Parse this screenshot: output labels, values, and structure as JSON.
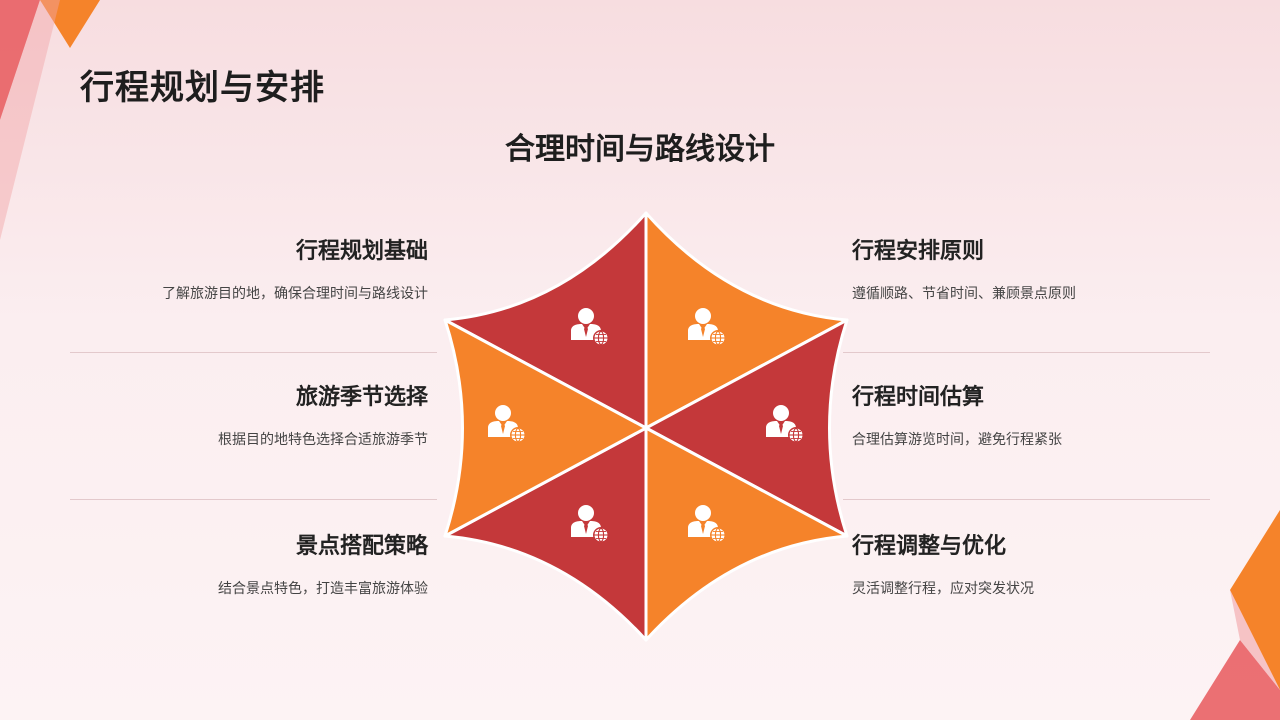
{
  "page": {
    "title": "行程规划与安排",
    "subtitle": "合理时间与路线设计"
  },
  "items": [
    {
      "title": "行程规划基础",
      "desc": "了解旅游目的地，确保合理时间与路线设计"
    },
    {
      "title": "旅游季节选择",
      "desc": "根据目的地特色选择合适旅游季节"
    },
    {
      "title": "景点搭配策略",
      "desc": "结合景点特色，打造丰富旅游体验"
    },
    {
      "title": "行程安排原则",
      "desc": "遵循顺路、节省时间、兼顾景点原则"
    },
    {
      "title": "行程时间估算",
      "desc": "合理估算游览时间，避免行程紧张"
    },
    {
      "title": "行程调整与优化",
      "desc": "灵活调整行程，应对突发状况"
    }
  ],
  "colors": {
    "red": "#c4383a",
    "orange": "#f5832a",
    "icon": "#ffffff"
  },
  "icons": {
    "segment": "businessman-globe-icon"
  }
}
